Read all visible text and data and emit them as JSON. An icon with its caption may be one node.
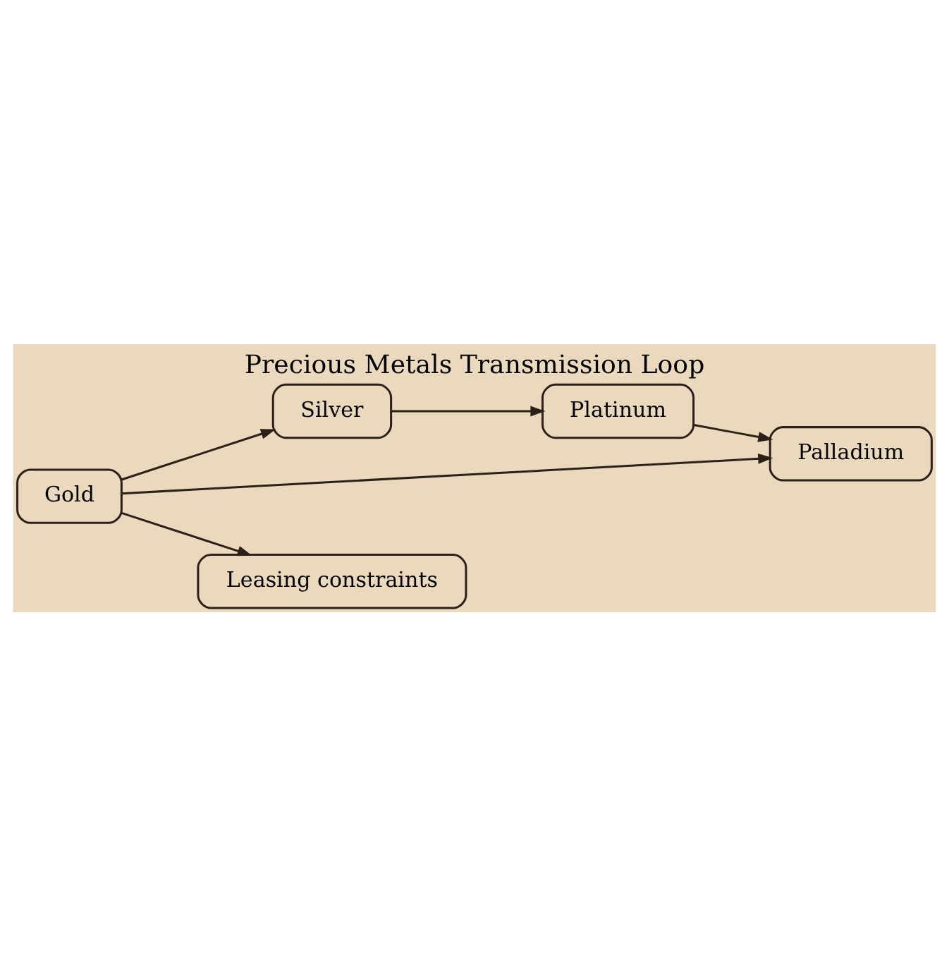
{
  "diagram": {
    "title": "Precious Metals Transmission Loop",
    "nodes": [
      {
        "text": [
          "Gold"
        ]
      },
      {
        "text": [
          "Silver"
        ]
      },
      {
        "text": [
          "Platinum"
        ]
      },
      {
        "text": [
          "Palladium"
        ]
      },
      {
        "text": [
          "Leasing constraints"
        ]
      }
    ],
    "edges": [
      {
        "from": 0,
        "to": 1,
        "arrow": "to"
      },
      {
        "from": 1,
        "to": 2,
        "arrow": "to"
      },
      {
        "from": 2,
        "to": 3,
        "arrow": "to"
      },
      {
        "from": 0,
        "to": 3,
        "arrow": "to"
      },
      {
        "from": 0,
        "to": 4,
        "arrow": "to"
      }
    ]
  }
}
